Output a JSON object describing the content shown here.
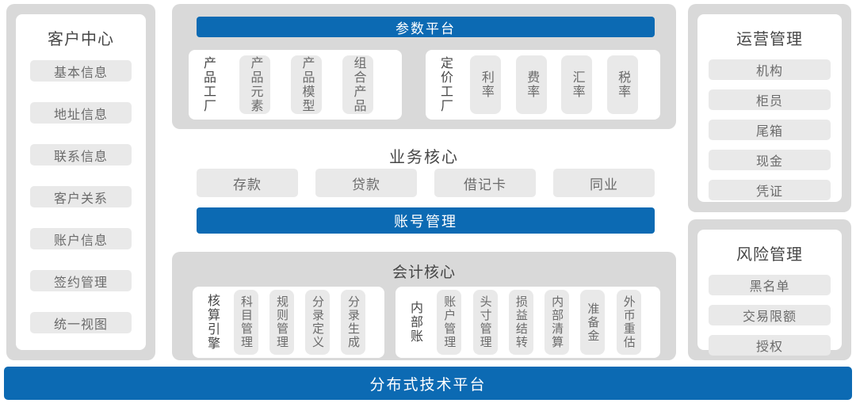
{
  "colors": {
    "accent_blue": "#0c6ab3",
    "container_gray": "#d9d9d9",
    "pill_gray": "#e9e9e9",
    "title_text": "#474747",
    "pill_text": "#6b6b6b",
    "bar_text": "#ffffff"
  },
  "customer_center": {
    "title": "客户中心",
    "items": [
      "基本信息",
      "地址信息",
      "联系信息",
      "客户关系",
      "账户信息",
      "签约管理",
      "统一视图"
    ]
  },
  "param_platform": {
    "bar_label": "参数平台",
    "groups": [
      {
        "label": "产品工厂",
        "items": [
          "产品元素",
          "产品模型",
          "组合产品"
        ]
      },
      {
        "label": "定价工厂",
        "items": [
          "利率",
          "费率",
          "汇率",
          "税率"
        ]
      }
    ]
  },
  "business_core": {
    "title": "业务核心",
    "items": [
      "存款",
      "贷款",
      "借记卡",
      "同业"
    ],
    "account_bar_label": "账号管理"
  },
  "accounting_core": {
    "title": "会计核心",
    "groups": [
      {
        "label": "核算引擎",
        "items": [
          "科目管理",
          "规则管理",
          "分录定义",
          "分录生成"
        ]
      },
      {
        "label": "内部账",
        "items": [
          "账户管理",
          "头寸管理",
          "损益结转",
          "内部清算",
          "准备金",
          "外币重估"
        ]
      }
    ]
  },
  "operations": {
    "title": "运营管理",
    "items": [
      "机构",
      "柜员",
      "尾箱",
      "现金",
      "凭证"
    ]
  },
  "risk": {
    "title": "风险管理",
    "items": [
      "黑名单",
      "交易限额",
      "授权"
    ]
  },
  "tech_platform": {
    "label": "分布式技术平台"
  }
}
